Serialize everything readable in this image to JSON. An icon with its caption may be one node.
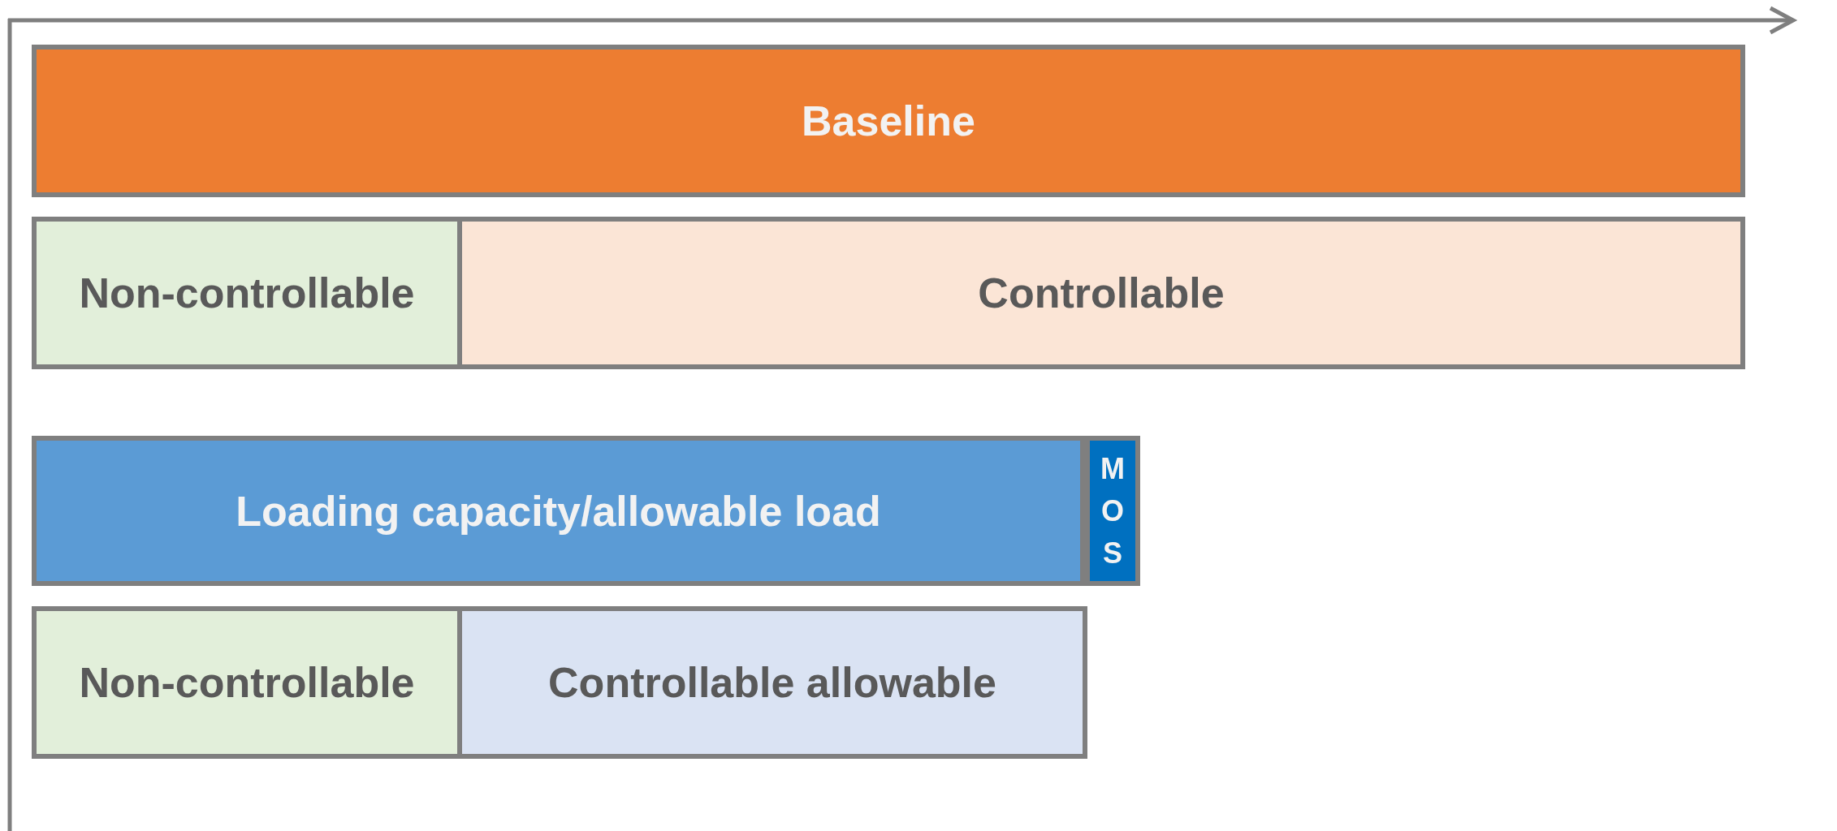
{
  "diagram": {
    "nodes": [
      {
        "text": [
          "Baseline"
        ]
      },
      {
        "text": [
          "Non-controllable"
        ]
      },
      {
        "text": [
          "Controllable"
        ]
      },
      {
        "text": [
          "Loading capacity/allowable load"
        ]
      },
      {
        "text": [
          "MOS"
        ]
      },
      {
        "text": [
          "Non-controllable"
        ]
      },
      {
        "text": [
          "Controllable allowable"
        ]
      }
    ],
    "edges": []
  }
}
